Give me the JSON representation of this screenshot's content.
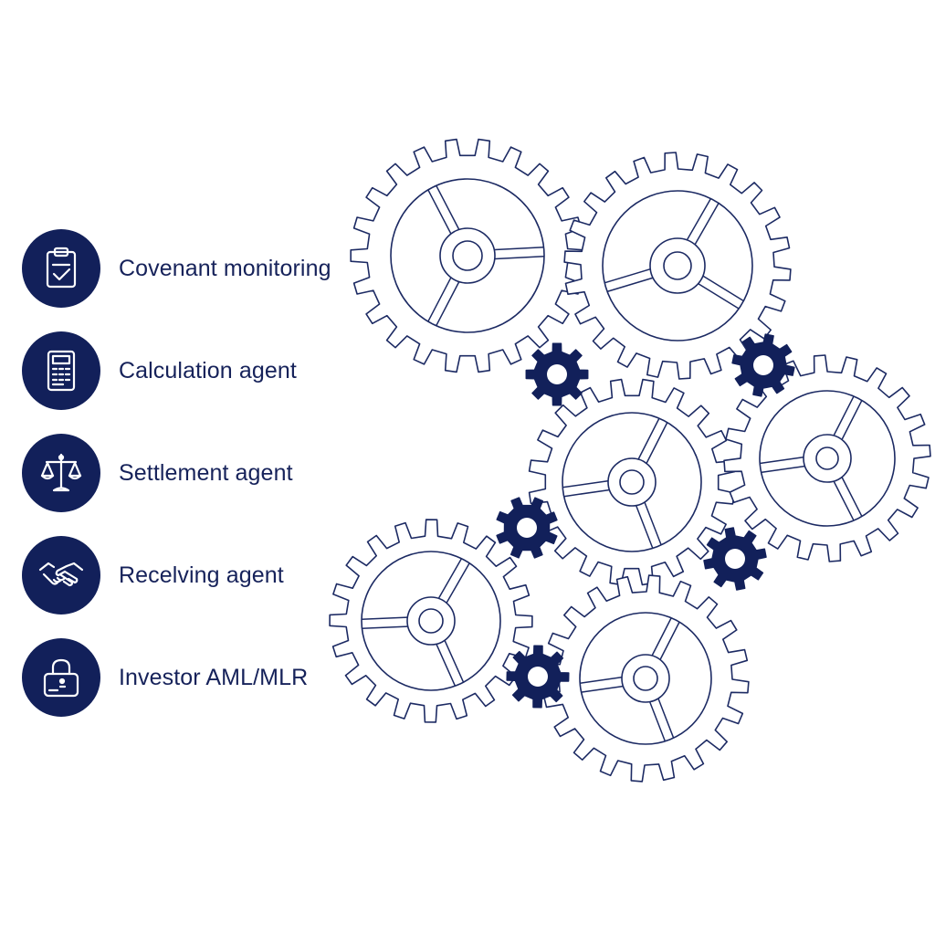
{
  "services": [
    {
      "label": "Covenant monitoring",
      "icon": "clipboard-check-icon"
    },
    {
      "label": "Calculation agent",
      "icon": "calculator-icon"
    },
    {
      "label": "Settlement agent",
      "icon": "scales-icon"
    },
    {
      "label": "Recelving agent",
      "icon": "handshake-icon"
    },
    {
      "label": "Investor AML/MLR",
      "icon": "padlock-icon"
    }
  ],
  "colors": {
    "navy": "#12205a",
    "outline": "#1c2a63",
    "background": "#ffffff"
  }
}
